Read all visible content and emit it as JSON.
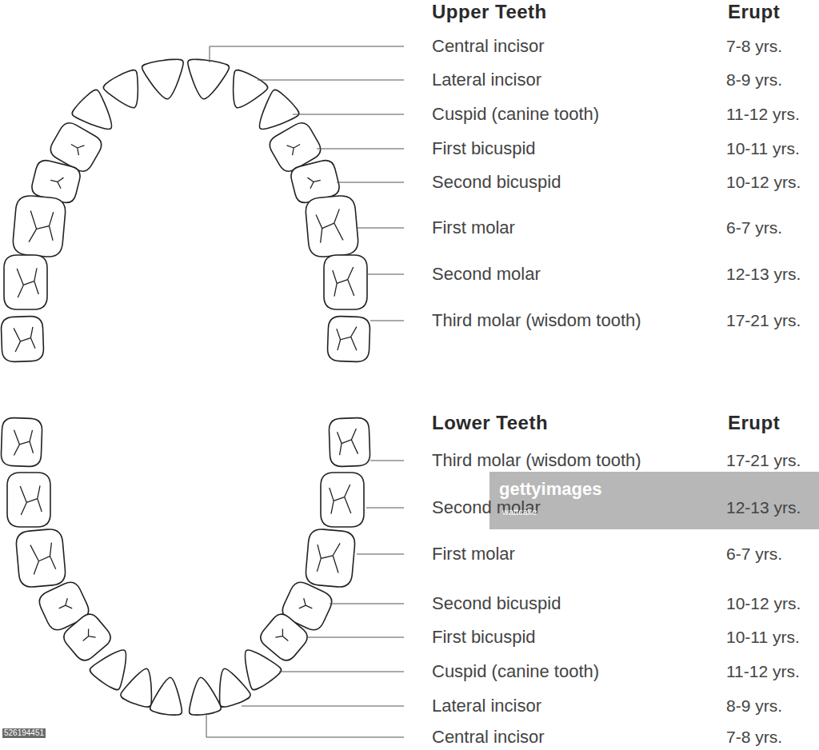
{
  "diagram": {
    "labels": [
      "Upper Teeth",
      "Erupt",
      "Central incisor",
      "7-8 yrs.",
      "Lateral incisor",
      "8-9 yrs.",
      "Cuspid (canine tooth)",
      "11-12 yrs.",
      "First bicuspid",
      "10-11 yrs.",
      "Second bicuspid",
      "10-12 yrs.",
      "First molar",
      "6-7 yrs.",
      "Second molar",
      "12-13 yrs.",
      "Third molar (wisdom tooth)",
      "17-21 yrs.",
      "Lower Teeth",
      "Erupt",
      "Third molar (wisdom tooth)",
      "17-21 yrs.",
      "Second molar",
      "12-13 yrs.",
      "First molar",
      "6-7 yrs.",
      "Second bicuspid",
      "10-12 yrs.",
      "First bicuspid",
      "10-11 yrs.",
      "Cuspid (canine tooth)",
      "11-12 yrs.",
      "Lateral incisor",
      "8-9 yrs.",
      "Central incisor",
      "7-8 yrs.",
      "gettyimages",
      "wattcake",
      "526194451"
    ]
  }
}
